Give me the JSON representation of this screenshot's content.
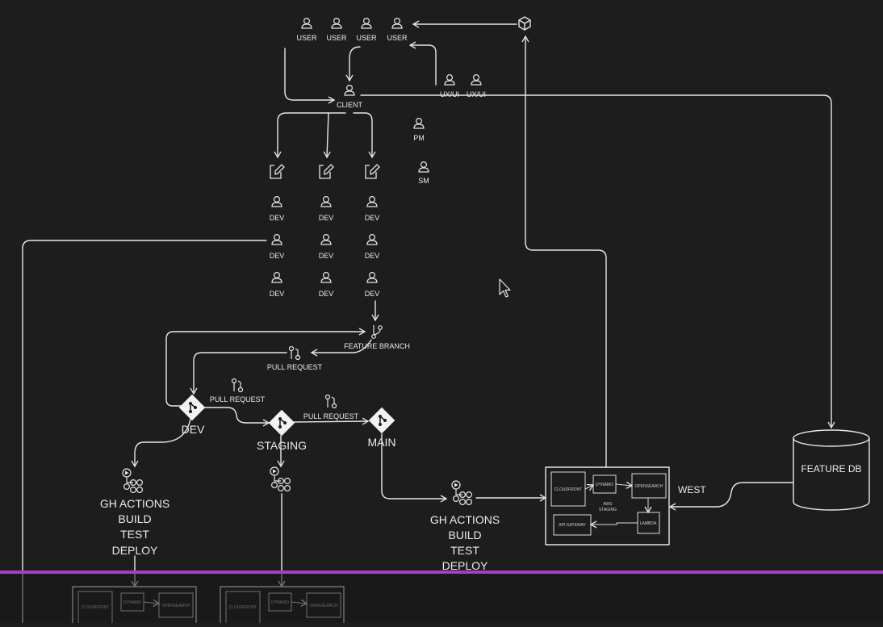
{
  "labels": {
    "user": "USER",
    "client": "CLIENT",
    "uxui": "UX/UI",
    "pm": "PM",
    "sm": "SM",
    "dev": "DEV",
    "feature_branch": "FEATURE BRANCH",
    "pull_request": "PULL REQUEST",
    "dev_branch": "DEV",
    "staging_branch": "STAGING",
    "main_branch": "MAIN",
    "gh_actions": "GH ACTIONS",
    "build": "BUILD",
    "test": "TEST",
    "deploy": "DEPLOY",
    "west": "WEST",
    "feature_db": "FEATURE DB"
  },
  "aws_box": {
    "cloudfront": "CLOUDFRONT",
    "dynamo": "DYNAMO",
    "opensearch": "OPENSEARCH",
    "aws": "AWS",
    "staging": "STAGING",
    "api_gateway": "API GATEWAY",
    "lambda": "LAMBDA"
  },
  "colors": {
    "background": "#1d1d1d",
    "stroke": "#e6e6e6",
    "progress": "#a43fc1"
  },
  "icons": [
    "person-icon",
    "package-icon",
    "edit-icon",
    "git-branch-icon",
    "pull-request-icon",
    "git-diamond-icon",
    "workflow-icon",
    "cylinder-icon",
    "cursor-icon"
  ]
}
